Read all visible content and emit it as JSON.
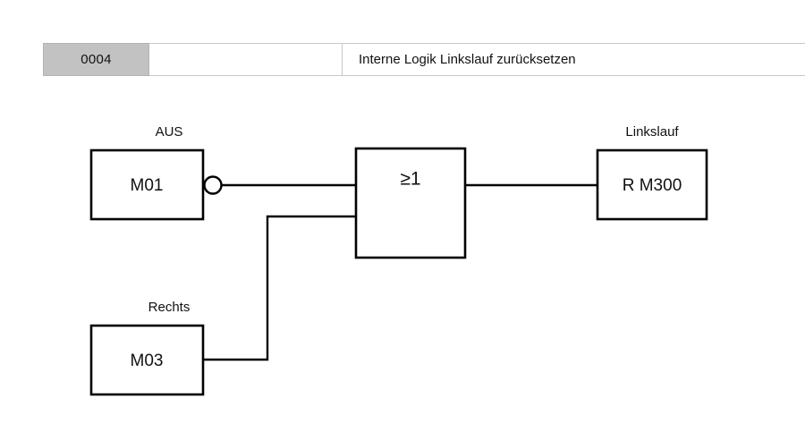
{
  "header": {
    "index": "0004",
    "blank": "",
    "comment": "Interne Logik Linkslauf zurücksetzen"
  },
  "diagram": {
    "blocks": [
      {
        "id": "aus",
        "label": "AUS",
        "text": "M01",
        "inverted_output": true
      },
      {
        "id": "rechts",
        "label": "Rechts",
        "text": "M03",
        "inverted_output": false
      },
      {
        "id": "or_gate",
        "label": "",
        "text": "≥1",
        "inverted_output": false
      },
      {
        "id": "linkslauf",
        "label": "Linkslauf",
        "text": "R M300",
        "inverted_output": false
      }
    ],
    "gate_symbol": "≥1",
    "colors": {
      "stroke": "#000000",
      "fill": "#ffffff",
      "header_index_bg": "#c2c2c2",
      "header_border": "#c9c9c9",
      "text": "#111111"
    }
  }
}
